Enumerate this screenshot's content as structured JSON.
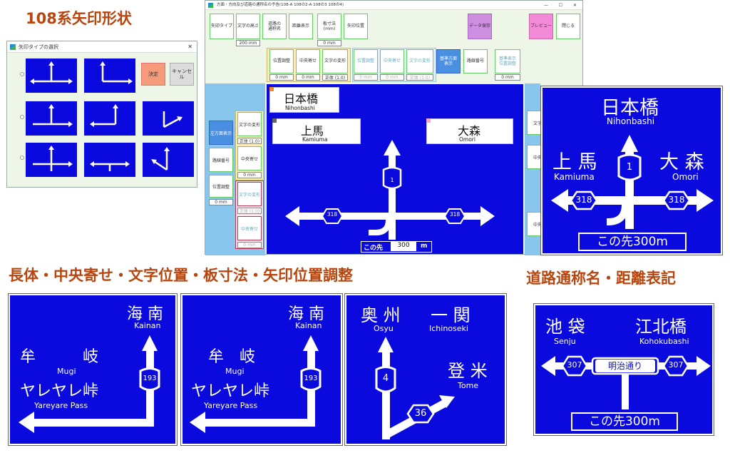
{
  "headings": {
    "h1": "108系矢印形状",
    "h2": "長体・中央寄せ・文字位置・板寸法・矢印位置調整",
    "h3": "道路通称名・距離表記"
  },
  "dialog": {
    "title": "矢印タイプの選択",
    "ok": "決定",
    "cancel": "キャンセル",
    "close": "✕"
  },
  "app": {
    "title": "方面・方向及び道路の通称名の予告(108-A 108の2-A 108の3 108の4)",
    "toolbar": {
      "arrow_type": "矢印タイプ",
      "text_height": "文字の高さ",
      "road_name": "道路の\n通称名",
      "distance": "距離表示",
      "board_size": "板寸法\n(mm)",
      "arrow_pos": "矢印位置",
      "save": "データ保存",
      "preview": "プレビュー",
      "close": "閉じる",
      "text_height_value": "200 mm",
      "board_size_value": "0 mm"
    },
    "row2": {
      "pos_adjust": "位置調整",
      "center": "中央寄せ",
      "deform": "文字の変形",
      "pos_adjust2": "位置調整",
      "center2": "中央寄せ",
      "deform2": "文字の変形",
      "base_dir": "基準方面\n表示",
      "route_no": "路線番号",
      "base_pos": "基準表示\n位置調整",
      "v_mm": "0 mm",
      "v_seitai": "正体 (1.0)"
    },
    "left_panel": {
      "left_dir": "左方面表示",
      "route_no": "路線番号",
      "pos_adjust": "位置調整",
      "deform": "文字の変形",
      "center": "中央寄せ",
      "deform2": "文字の変形",
      "center2": "中央寄せ",
      "v_seitai": "正体 (1.0)",
      "v_mm": "0 mm"
    },
    "right_panel": {
      "deform": "文字",
      "center": "中央",
      "center2": "中央"
    },
    "window_controls": {
      "min": "—",
      "max": "☐",
      "close": "✕"
    }
  },
  "editor_sign": {
    "top_ja": "日本橋",
    "top_en": "Nihonbashi",
    "left_ja": "上馬",
    "left_en": "Kamiuma",
    "right_ja": "大森",
    "right_en": "Omori",
    "route_center": "1",
    "route_side": "318",
    "dist_prefix": "この先",
    "dist_value": "300",
    "dist_unit": "m"
  },
  "sign_a": {
    "top_ja": "日本橋",
    "top_en": "Nihonbashi",
    "left_ja": "上 馬",
    "left_en": "Kamiuma",
    "right_ja": "大 森",
    "right_en": "Omori",
    "route_center": "1",
    "route_side": "318",
    "distance": "この先300m"
  },
  "sign_b": {
    "top_ja": "海 南",
    "top_en": "Kainan",
    "mid_ja": "牟　　　岐",
    "mid_en": "Mugi",
    "low_ja": "ヤレヤレ峠",
    "low_en": "Yareyare Pass",
    "route": "193"
  },
  "sign_c": {
    "top_ja": "海 南",
    "top_en": "Kainan",
    "mid_ja": "牟　岐",
    "mid_en": "Mugi",
    "low_ja": "ヤレヤレ峠",
    "low_en": "Yareyare Pass",
    "route": "193"
  },
  "sign_d": {
    "left_ja": "奥 州",
    "left_en": "Osyu",
    "right_ja": "一 関",
    "right_en": "Ichinoseki",
    "low_ja": "登 米",
    "low_en": "Tome",
    "route_a": "4",
    "route_b": "36"
  },
  "sign_e": {
    "left_ja": "池 袋",
    "left_en": "Senju",
    "right_ja": "江北橋",
    "right_en": "Kohokubashi",
    "road_name": "明治通り",
    "route": "307",
    "distance": "この先300m"
  },
  "colors": {
    "sign_blue": "#0a0adf",
    "heading": "#b8450e",
    "ok_button": "#f59a7a",
    "preview_button": "#f28ad8",
    "save_button": "#ce8fe0",
    "app_bg": "#eef6e8",
    "panel_blue": "#88c6ee"
  }
}
